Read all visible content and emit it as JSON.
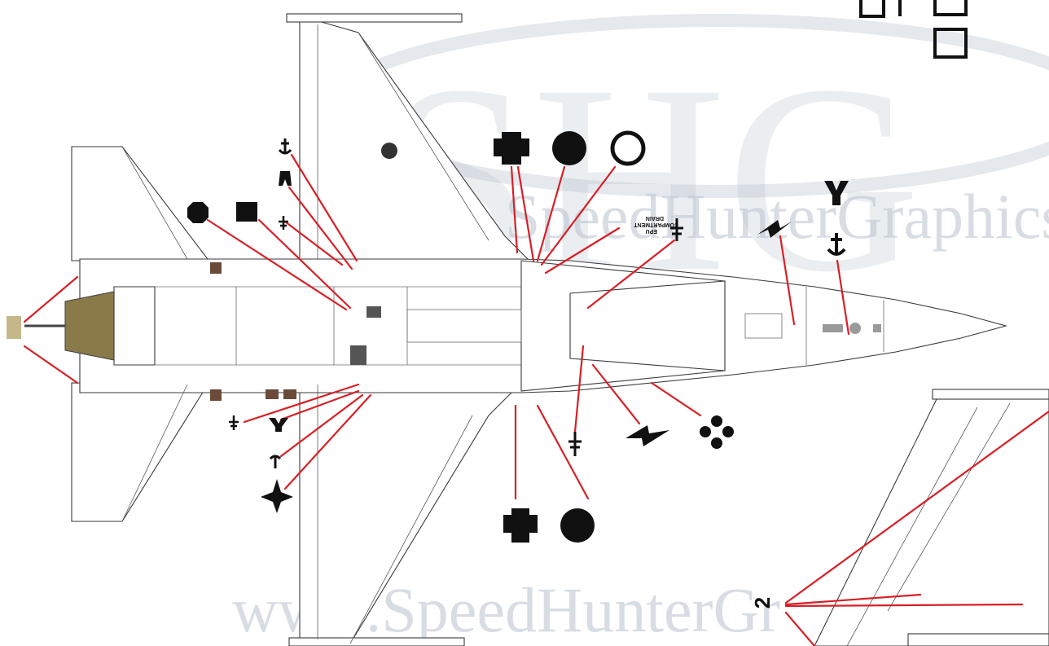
{
  "watermark": {
    "logo_letters": "SHG",
    "upper_text": "SpeedHunterGraphics.",
    "lower_text": "www.SpeedHunterGr"
  },
  "stencil": {
    "line1": "EPU",
    "line2": "COMPARTMENT",
    "line3": "DRAIN"
  },
  "callout_number": "2",
  "colors": {
    "leader": "#d81f26",
    "symbol": "#111111",
    "watermark": "#b9c3cf",
    "nozzle": "#8a7a4a"
  },
  "symbols": [
    "servicing-cross-symbol",
    "servicing-filled-circle-symbol",
    "servicing-open-circle-symbol",
    "servicing-octagon-symbol",
    "servicing-square-symbol",
    "anchor-symbol",
    "hydraulic-symbol",
    "ground-symbol",
    "lightning-symbol",
    "y-symbol",
    "star-point-symbol",
    "four-dot-symbol"
  ]
}
